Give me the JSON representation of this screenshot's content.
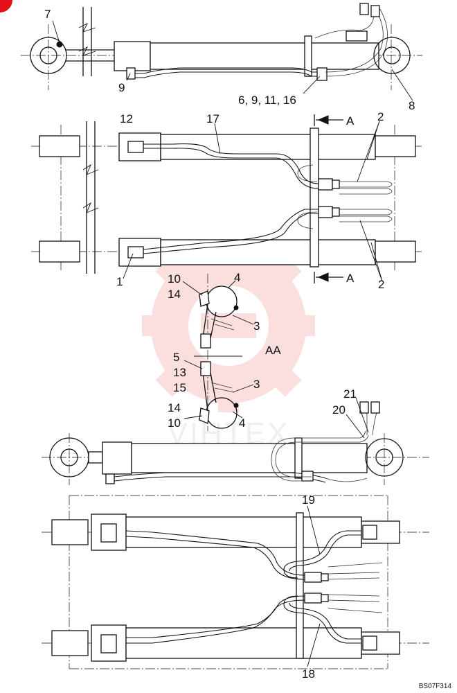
{
  "corner_mark_color": "#e3101c",
  "watermark": {
    "text": "VIHTEX",
    "color": "#f28c8c"
  },
  "callouts": {
    "c7": "7",
    "c9": "9",
    "c8": "8",
    "c6_9_11_16": "6, 9, 11, 16",
    "c12": "12",
    "c17": "17",
    "c2_top": "2",
    "c2_bottom": "2",
    "c1": "1",
    "section_a_top": "A",
    "section_a_bottom": "A",
    "c10_top": "10",
    "c14_top": "14",
    "c4_top": "4",
    "c3_top": "3",
    "section_aa": "AA",
    "c5": "5",
    "c13": "13",
    "c15": "15",
    "c3_bottom": "3",
    "c14_bottom": "14",
    "c10_bottom": "10",
    "c4_bottom": "4",
    "c21": "21",
    "c20": "20",
    "c19": "19",
    "c18": "18"
  },
  "reference_code": "BS07F314"
}
